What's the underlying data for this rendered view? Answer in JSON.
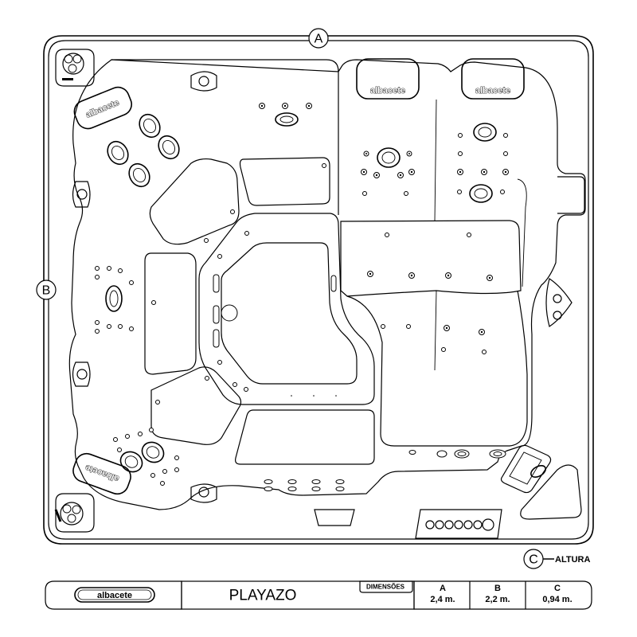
{
  "brand": "albacete",
  "dimension_markers": {
    "a": "A",
    "b": "B",
    "c": "C"
  },
  "altura_label": "ALTURA",
  "title_block": {
    "model": "PLAYAZO",
    "dimensions_label": "DIMENSÕES",
    "columns": [
      {
        "header": "A",
        "value": "2,4 m."
      },
      {
        "header": "B",
        "value": "2,2 m."
      },
      {
        "header": "C",
        "value": "0,94 m."
      }
    ]
  }
}
